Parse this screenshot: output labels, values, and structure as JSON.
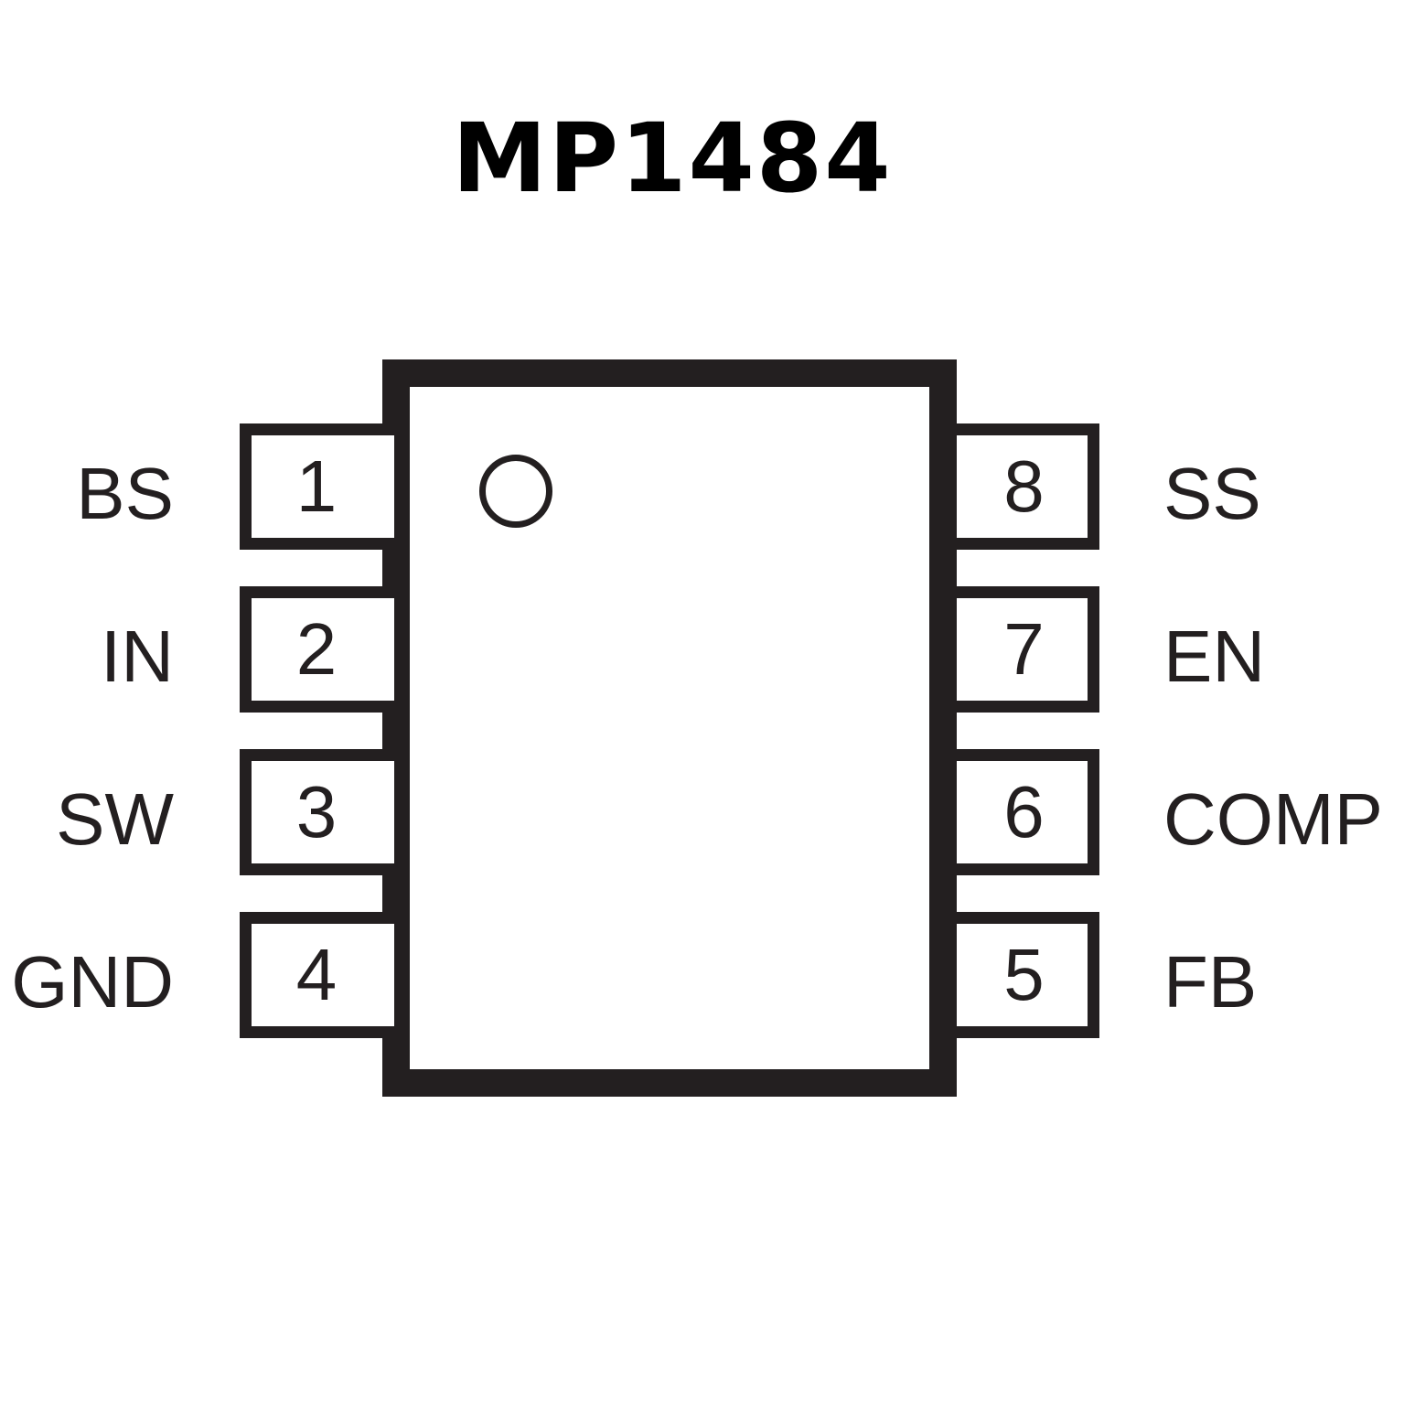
{
  "title": "MP1484",
  "package": {
    "pin1_marker": "circle",
    "colors": {
      "outline": "#231f20",
      "background": "#ffffff",
      "title": "#000000"
    }
  },
  "pins_left": [
    {
      "number": "1",
      "name": "BS"
    },
    {
      "number": "2",
      "name": "IN"
    },
    {
      "number": "3",
      "name": "SW"
    },
    {
      "number": "4",
      "name": "GND"
    }
  ],
  "pins_right": [
    {
      "number": "8",
      "name": "SS"
    },
    {
      "number": "7",
      "name": "EN"
    },
    {
      "number": "6",
      "name": "COMP"
    },
    {
      "number": "5",
      "name": "FB"
    }
  ]
}
